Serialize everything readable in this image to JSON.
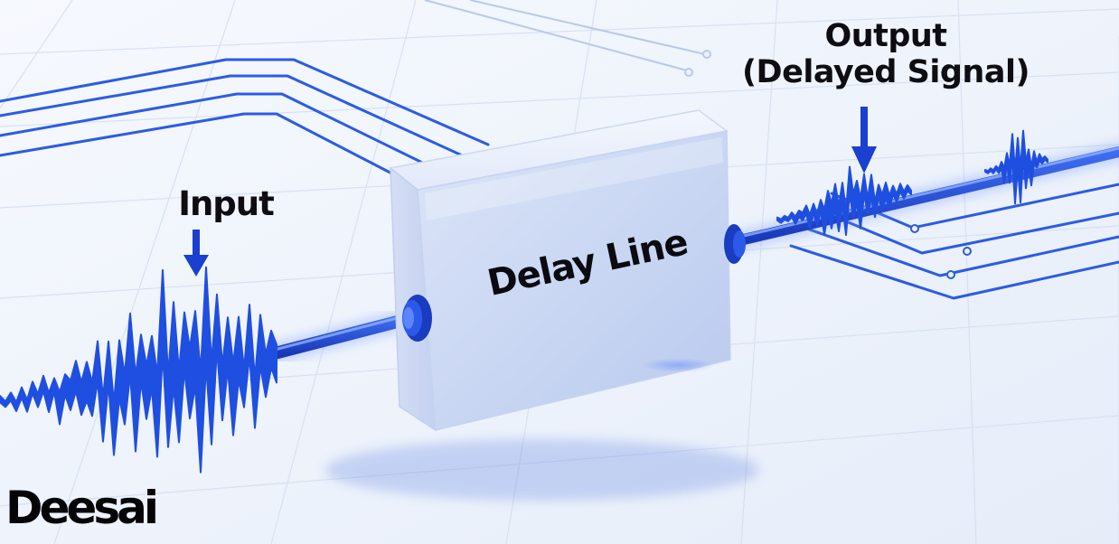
{
  "labels": {
    "input": "Input",
    "output_line1": "Output",
    "output_line2": "(Delayed Signal)",
    "box": "Delay Line"
  },
  "logo": {
    "text": "Deesai"
  },
  "colors": {
    "signal": "#1f4fe0",
    "signal_dark": "#1238c8",
    "circuit_trace": "#2b5be6",
    "box_front": "#c9d6f3",
    "box_top": "#eaf0fc",
    "box_side": "#dfe6f7",
    "background": "#eef3fb",
    "label_text": "#0d0d12"
  },
  "icons": {
    "input_arrow": "arrow-down-icon",
    "output_arrow": "arrow-down-icon"
  }
}
